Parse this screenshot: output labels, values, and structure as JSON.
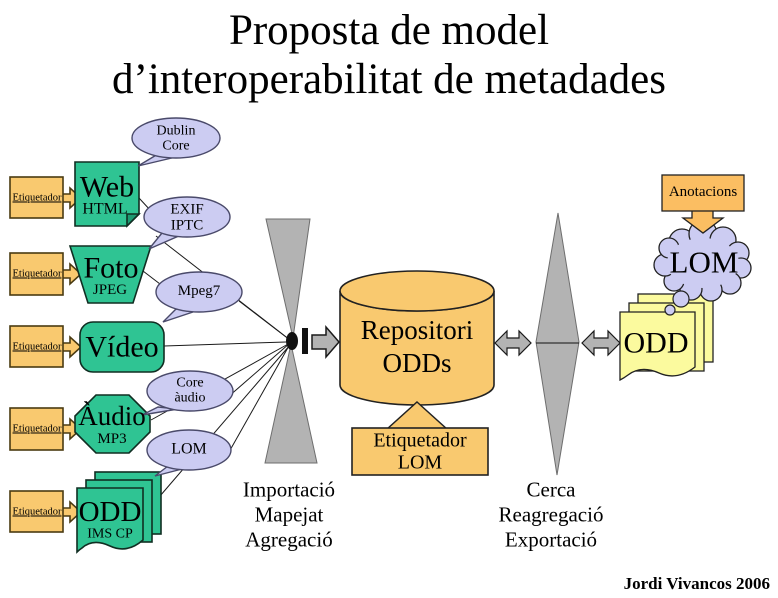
{
  "slide": {
    "title_line1": "Proposta de model",
    "title_line2": "d’interoperabilitat de metadades",
    "credit": "Jordi Vivancos 2006"
  },
  "labels": {
    "etiquetador": "Etiquetador"
  },
  "sources": [
    {
      "name": "Web",
      "format": "HTML"
    },
    {
      "name": "Foto",
      "format": "JPEG"
    },
    {
      "name": "Vídeo"
    },
    {
      "name": "Àudio",
      "format": "MP3"
    },
    {
      "name": "ODD",
      "format": "IMS CP"
    }
  ],
  "metadata_standards": [
    {
      "lines": [
        "Dublin",
        "Core"
      ]
    },
    {
      "lines": [
        "EXIF",
        "IPTC"
      ]
    },
    {
      "lines": [
        "Mpeg7"
      ]
    },
    {
      "lines": [
        "Core",
        "àudio"
      ]
    },
    {
      "lines": [
        "LOM"
      ]
    }
  ],
  "repository": {
    "line1": "Repositori",
    "line2": "ODDs"
  },
  "tagger_box": {
    "line1": "Etiquetador",
    "line2": "LOM"
  },
  "process_left": [
    "Importació",
    "Mapejat",
    "Agregació"
  ],
  "process_right": [
    "Cerca",
    "Reagregació",
    "Exportació"
  ],
  "output": {
    "annotations": "Anotacions",
    "cloud": "LOM",
    "document": "ODD"
  },
  "colors": {
    "green": "#2fc493",
    "green_dark": "#1d9a71",
    "orange": "#f9c96f",
    "orange_deep": "#fbbe62",
    "lavender": "#ccccf2",
    "gray": "#b3b3b3",
    "yellow": "#fbfa9e"
  }
}
